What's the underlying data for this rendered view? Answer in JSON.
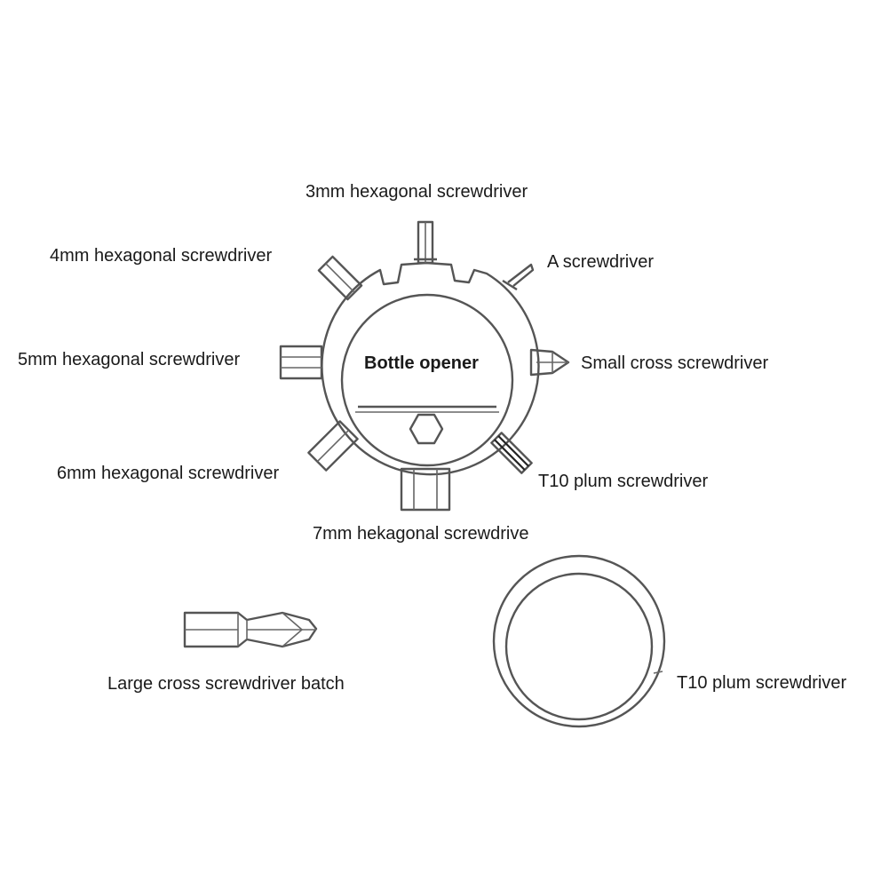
{
  "labels": {
    "hex3": "3mm hexagonal screwdriver",
    "hex4": "4mm hexagonal screwdriver",
    "a_screwdriver": "A screwdriver",
    "hex5": "5mm hexagonal screwdriver",
    "bottle_opener": "Bottle opener",
    "small_cross": "Small cross screwdriver",
    "hex6": "6mm hexagonal screwdriver",
    "t10_plum": "T10 plum screwdriver",
    "hex7": "7mm hekagonal screwdrive",
    "large_cross_bit": "Large cross screwdriver batch",
    "key_ring": "T10 plum screwdriver"
  },
  "colors": {
    "stroke": "#555555",
    "text": "#1a1a1a",
    "background": "#ffffff"
  }
}
